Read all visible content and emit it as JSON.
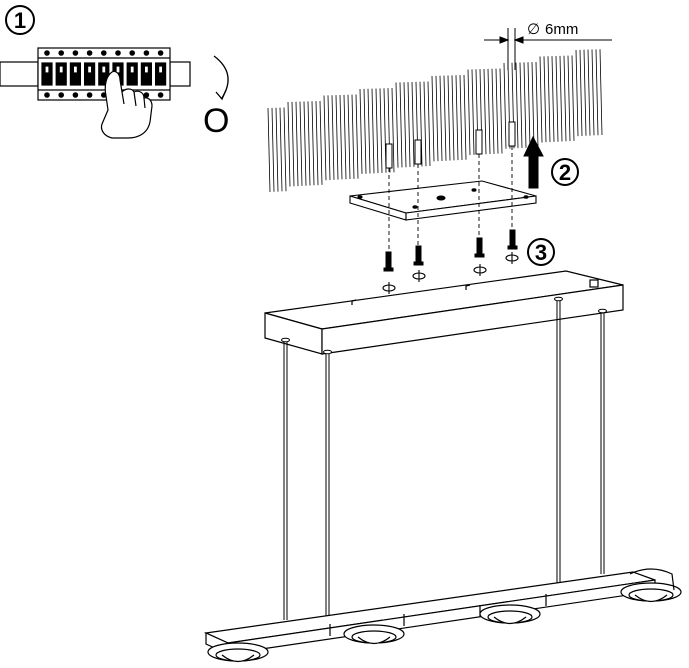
{
  "steps": {
    "step1": "1",
    "step2": "2",
    "step3": "3"
  },
  "switch_state": "O",
  "drill": {
    "diameter_symbol": "∅",
    "size": "6mm"
  },
  "colors": {
    "line": "#000000",
    "background": "#ffffff"
  }
}
